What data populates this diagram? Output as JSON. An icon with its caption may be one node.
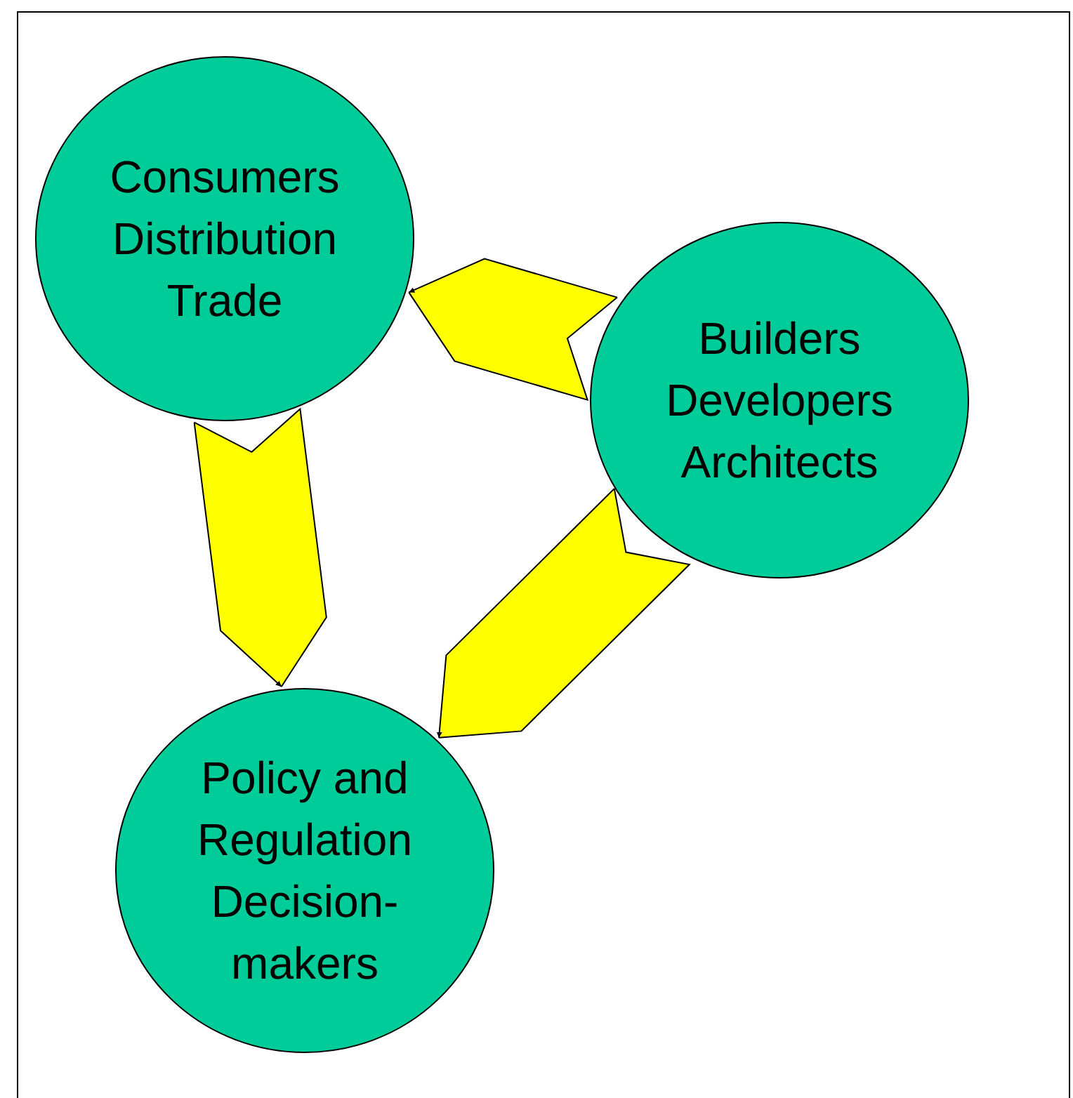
{
  "diagram": {
    "nodes": [
      {
        "text": [
          "Consumers Distribution Trade"
        ]
      },
      {
        "text": [
          "Builders Developers Architects"
        ]
      },
      {
        "text": [
          "Policy and Regulation Decision-makers"
        ]
      }
    ],
    "edges": [
      {
        "from": 1,
        "to": 0,
        "arrow": "to"
      },
      {
        "from": 0,
        "to": 2,
        "arrow": "to"
      },
      {
        "from": 1,
        "to": 2,
        "arrow": "to"
      }
    ]
  }
}
